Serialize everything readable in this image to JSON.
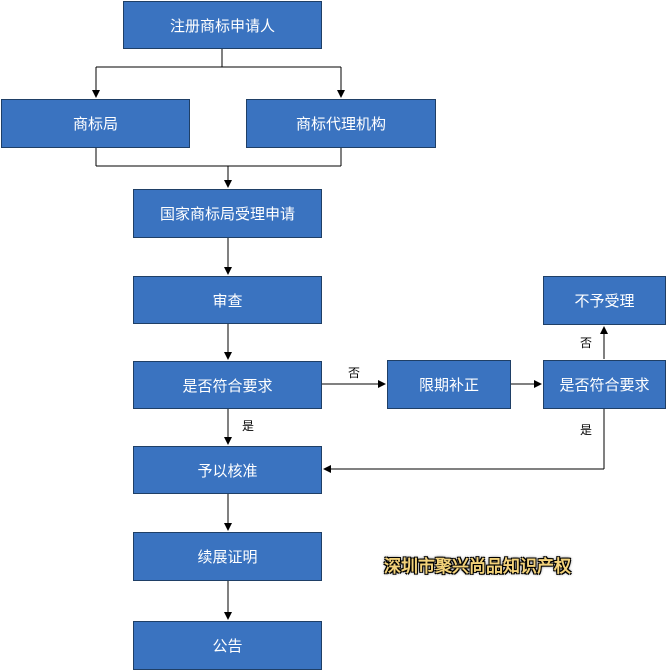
{
  "nodes": {
    "applicant": "注册商标申请人",
    "trademark_office": "商标局",
    "trademark_agency": "商标代理机构",
    "accept_application": "国家商标局受理申请",
    "review": "审查",
    "meets_requirements_1": "是否符合要求",
    "correction_deadline": "限期补正",
    "meets_requirements_2": "是否符合要求",
    "not_accepted": "不予受理",
    "approval": "予以核准",
    "renewal_certificate": "续展证明",
    "announcement": "公告"
  },
  "edge_labels": {
    "no_1": "否",
    "yes_1": "是",
    "no_2": "否",
    "yes_2": "是"
  },
  "watermark": "深圳市聚兴尚品知识产权",
  "colors": {
    "node_fill": "#3a73c0",
    "node_border": "#1f3f66",
    "node_text": "#ffffff",
    "line": "#000000"
  }
}
